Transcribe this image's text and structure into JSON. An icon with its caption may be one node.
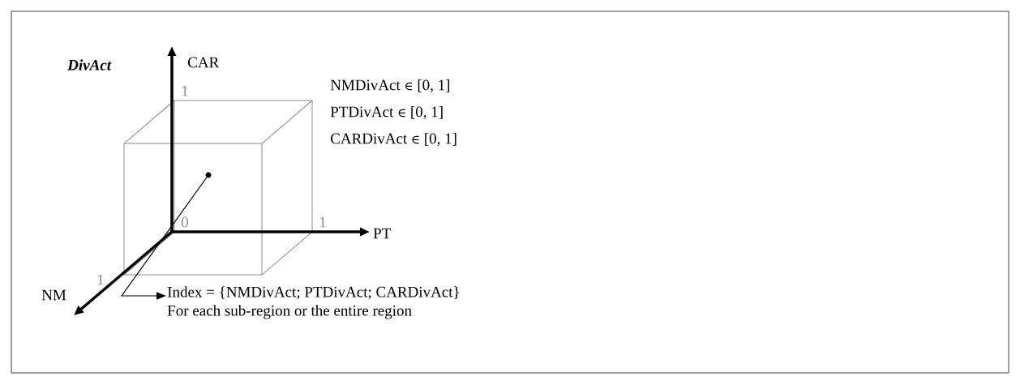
{
  "diagram": {
    "nodes": [
      {
        "text": [
          "Index = {NMDivAct; PTDivAct; CARDivAct}",
          "For each sub-region or the entire region"
        ]
      },
      {
        "text": [],
        "shape": "circle"
      }
    ],
    "edges": [
      {
        "from": 1,
        "to": 0,
        "arrow": "to"
      }
    ],
    "labels": [
      "DivAct",
      "CAR",
      "1",
      "NMDivAct ∈ [0, 1]",
      "PTDivAct ∈ [0, 1]",
      "CARDivAct ∈ [0, 1]",
      "0",
      "1",
      "PT",
      "1",
      "NM"
    ]
  }
}
